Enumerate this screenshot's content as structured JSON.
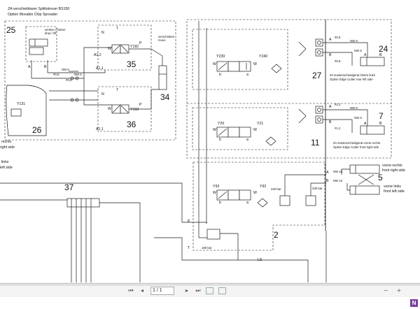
{
  "diagram": {
    "title_de": "ZA verschiebbarer Splittstreuer BS150",
    "title_en": "Option Movable Chip Spreader",
    "box25": "25",
    "senken_heben": "senken / heben",
    "drop_lift": "drop / lift",
    "label_A": "A",
    "label_B": "B",
    "label_P": "P",
    "label_T": "T",
    "label_N": "N",
    "label_W": "W",
    "label_a": "a",
    "label_b": "b",
    "a12": "A1.2",
    "a11": "A1.1",
    "y192": "Y192",
    "y193": "Y193",
    "y131": "Y131",
    "n35": "35",
    "n36": "36",
    "n34": "34",
    "n26": "26",
    "verschieben": "verschieben",
    "move": "move",
    "nw6": "NW 6",
    "ohm08": "#0,8",
    "right_side": "right side",
    "rechts": "rechts",
    "left_side": "left side",
    "links": "links",
    "n37": "37",
    "y239": "Y239",
    "y240": "Y240",
    "y20": "Y20",
    "y21": "Y21",
    "y93": "Y93",
    "y92": "Y92",
    "n24": "24",
    "n27": "27",
    "n7": "7",
    "n11": "11",
    "n5": "5",
    "n2": "2",
    "nw8": "NW 8",
    "nw10": "NW 10",
    "ohm12": "#1,2",
    "edge_rear_de": "ZA Kantenscheidgerat hinten links",
    "edge_rear_en": "Option Edge Cutter rear left side",
    "edge_front_de": "ZA Kantenscheidgerat vorne rechts",
    "edge_front_en": "Option Edge Cutter front right side",
    "vorne_rechts": "vorne rechts",
    "front_right": "front right side",
    "vorne_links": "vorne links",
    "front_left": "front left side",
    "bar230": "230 bar",
    "bar190": "190 bar",
    "ls": "LS"
  },
  "toolbar": {
    "page_input": "1 / 1",
    "first_icon": "⏮",
    "prev_icon": "◂",
    "next_icon": "▸",
    "last_icon": "⏭"
  }
}
